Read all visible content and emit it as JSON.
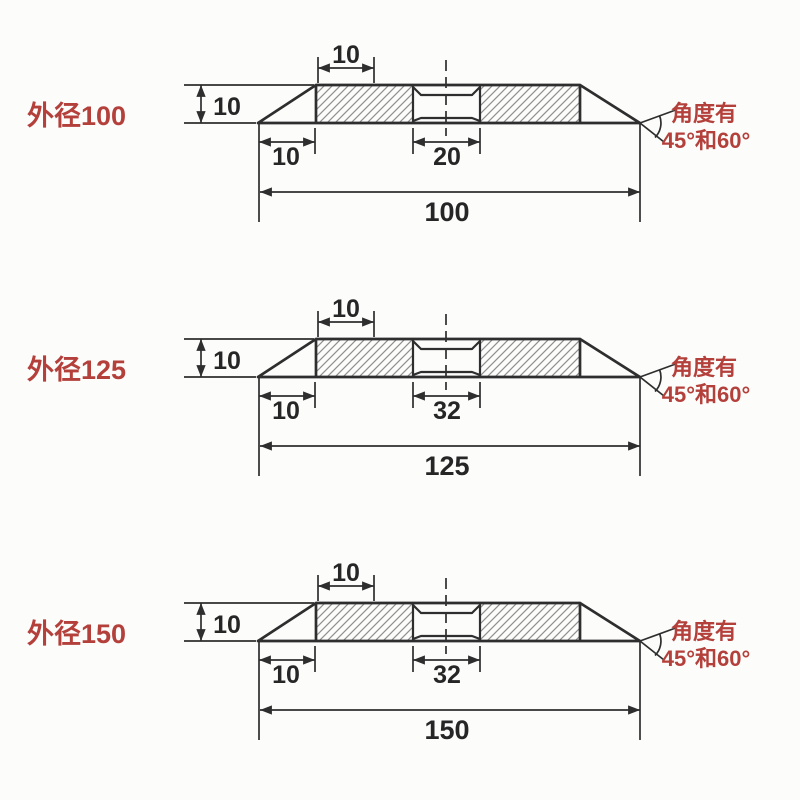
{
  "colors": {
    "bg": "#fcfcfb",
    "ink": "#2e2e2e",
    "hatch": "#8f8f8f",
    "red": "#b4403b",
    "num": "#262626"
  },
  "figures": [
    {
      "label": "外径100",
      "top_face_width": "10",
      "thickness": "10",
      "taper_run": "10",
      "bore": "20",
      "outer_diameter": "100",
      "angle_note_line1": "角度有",
      "angle_note_line2": "45°和60°"
    },
    {
      "label": "外径125",
      "top_face_width": "10",
      "thickness": "10",
      "taper_run": "10",
      "bore": "32",
      "outer_diameter": "125",
      "angle_note_line1": "角度有",
      "angle_note_line2": "45°和60°"
    },
    {
      "label": "外径150",
      "top_face_width": "10",
      "thickness": "10",
      "taper_run": "10",
      "bore": "32",
      "outer_diameter": "150",
      "angle_note_line1": "角度有",
      "angle_note_line2": "45°和60°"
    }
  ]
}
